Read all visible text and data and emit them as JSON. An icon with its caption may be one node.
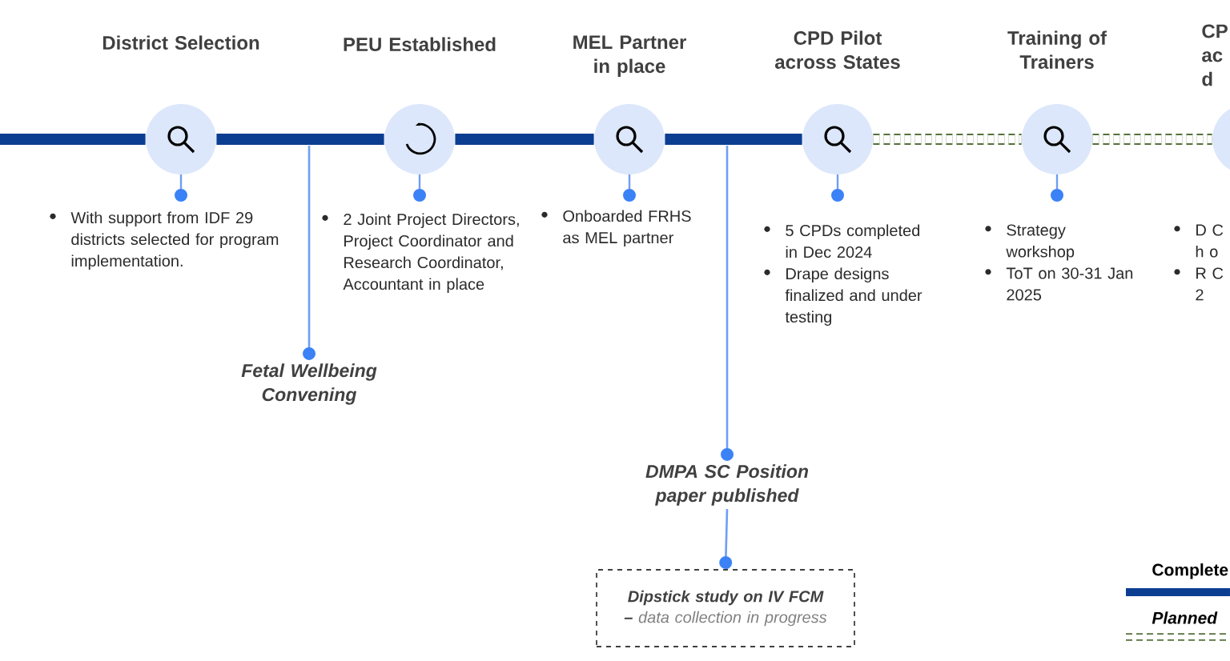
{
  "diagram": {
    "nodes": [
      {
        "text": [
          "District Selection"
        ],
        "beside": [
          "With support from IDF 29 districts selected for program implementation."
        ]
      },
      {
        "text": [
          "PEU Established"
        ],
        "beside": [
          "2 Joint Project Directors, Project Coordinator and Research Coordinator, Accountant in place"
        ]
      },
      {
        "text": [
          "MEL Partner in place"
        ],
        "beside": [
          "Onboarded FRHS as MEL partner"
        ]
      },
      {
        "text": [
          "CPD Pilot across States"
        ],
        "beside": [
          "5 CPDs completed in Dec 2024",
          "Drape designs finalized and under testing"
        ]
      },
      {
        "text": [
          "Training of Trainers"
        ],
        "beside": [
          "Strategy workshop",
          "ToT on 30-31 Jan 2025"
        ]
      },
      {
        "text": [
          "CP ac d"
        ],
        "beside": [
          "D C h o",
          "R C 2"
        ]
      },
      {
        "text": [
          "Fetal Wellbeing Convening"
        ]
      },
      {
        "text": [
          "DMPA SC Position paper published"
        ]
      },
      {
        "text": [
          "**Dipstick study on IV FCM –** data collection in progress"
        ]
      }
    ],
    "edges": [
      {
        "from": null,
        "to": 0,
        "arrow": "none"
      },
      {
        "from": 0,
        "to": 1,
        "arrow": "none"
      },
      {
        "from": 1,
        "to": 2,
        "arrow": "none"
      },
      {
        "from": 2,
        "to": 3,
        "arrow": "none"
      },
      {
        "from": 3,
        "to": 4,
        "arrow": "none",
        "style": "dashed",
        "color": "#55703a"
      },
      {
        "from": 4,
        "to": 5,
        "arrow": "none",
        "style": "dashed",
        "color": "#55703a"
      },
      {
        "from": null,
        "to": 6,
        "arrow": "other",
        "color": "#6f9ef5"
      },
      {
        "from": null,
        "to": 7,
        "arrow": "other",
        "color": "#6f9ef5"
      },
      {
        "from": 7,
        "to": 8,
        "arrow": "other",
        "color": "#6f9ef5"
      }
    ],
    "legend": [
      {
        "text": "Complete"
      },
      {
        "text": "Planned"
      }
    ]
  }
}
